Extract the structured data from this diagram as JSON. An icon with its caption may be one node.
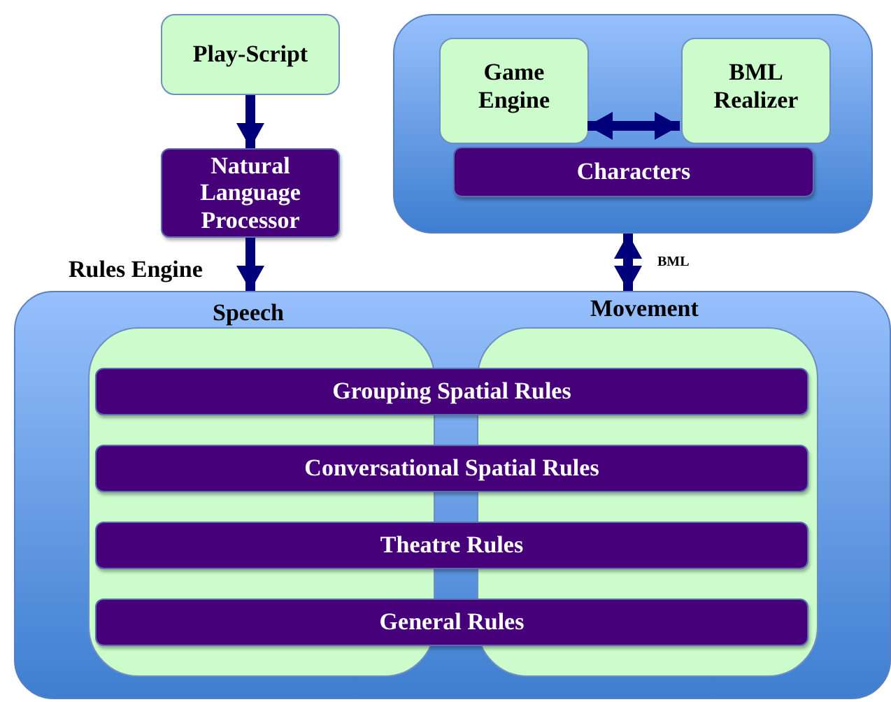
{
  "diagram": {
    "nodes": [
      {
        "text": [
          "Play-Script"
        ]
      },
      {
        "text": [
          "Natural Language Processor"
        ]
      },
      {
        "text": [],
        "shape": "box"
      },
      {
        "text": [
          "Game Engine"
        ],
        "in": 2
      },
      {
        "text": [
          "BML Realizer"
        ],
        "in": 2
      },
      {
        "text": [
          "Characters"
        ],
        "in": 2
      },
      {
        "text": [
          "Rules Engine"
        ]
      },
      {
        "text": [
          "Speech"
        ],
        "in": 6
      },
      {
        "text": [
          "Movement"
        ],
        "in": 6
      },
      {
        "text": [
          "Grouping Spatial Rules"
        ],
        "in": 6
      },
      {
        "text": [
          "Conversational Spatial Rules"
        ],
        "in": 6
      },
      {
        "text": [
          "Theatre Rules"
        ],
        "in": 6
      },
      {
        "text": [
          "General Rules"
        ],
        "in": 6
      }
    ],
    "edges": [
      {
        "from": 0,
        "to": 1,
        "arrow": "to"
      },
      {
        "from": 1,
        "to": 6,
        "arrow": "to"
      },
      {
        "from": 3,
        "to": 4,
        "arrow": "both"
      },
      {
        "from": 2,
        "to": 6,
        "arrow": "both",
        "label": "BML"
      }
    ]
  }
}
